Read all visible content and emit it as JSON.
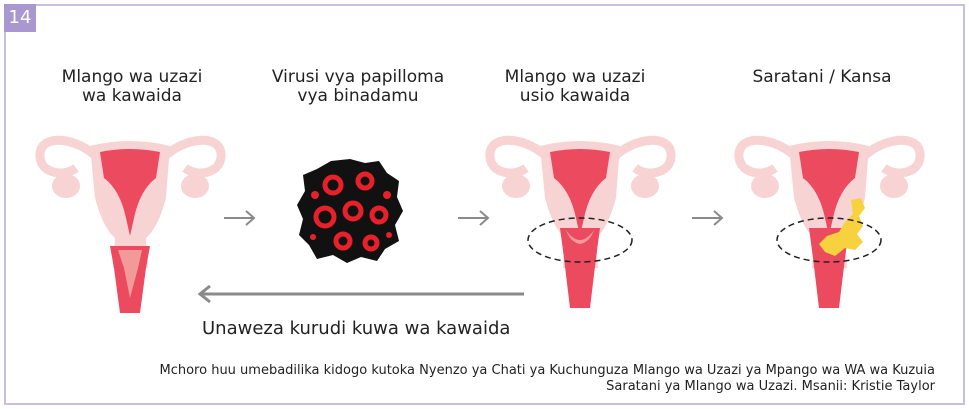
{
  "badge": {
    "number": "14"
  },
  "stages": [
    {
      "label": "Mlango wa uzazi\nwa kawaida",
      "icon": "normal-uterus"
    },
    {
      "label": "Virusi vya papilloma\nvya binadamu",
      "icon": "hpv-virus"
    },
    {
      "label": "Mlango wa uzazi\nusio kawaida",
      "icon": "abnormal-uterus"
    },
    {
      "label": "Saratani / Kansa",
      "icon": "cancer-uterus"
    }
  ],
  "return_text": "Unaweza kurudi kuwa wa kawaida",
  "caption": {
    "line1": "Mchoro huu umebadilika kidogo kutoka Nyenzo ya Chati ya Kuchunguza Mlango wa Uzazi ya Mpango wa WA wa Kuzuia",
    "line2": "Saratani ya Mlango wa Uzazi. Msanii: Kristie Taylor"
  },
  "colors": {
    "uterus_light": "#f8d3d3",
    "uterus_mid": "#f29a9a",
    "uterus_dark": "#ec4a5e",
    "virus_red": "#e8202a",
    "cancer_yellow": "#f7d23e",
    "badge": "#a898cf",
    "arrow": "#8a8a8a"
  }
}
